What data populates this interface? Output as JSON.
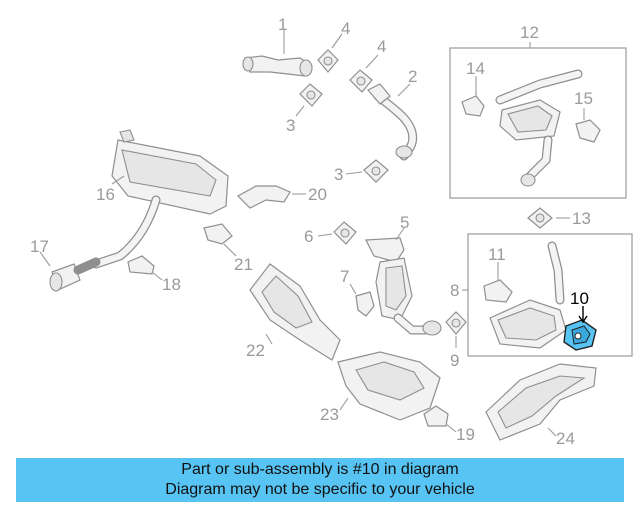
{
  "callouts": {
    "c1": "1",
    "c2": "2",
    "c3a": "3",
    "c3b": "3",
    "c4a": "4",
    "c4b": "4",
    "c5": "5",
    "c6": "6",
    "c7": "7",
    "c8": "8",
    "c9": "9",
    "c10": "10",
    "c11": "11",
    "c12": "12",
    "c13": "13",
    "c14": "14",
    "c15": "15",
    "c16": "16",
    "c17": "17",
    "c18": "18",
    "c19": "19",
    "c20": "20",
    "c21": "21",
    "c22": "22",
    "c23": "23",
    "c24": "24"
  },
  "highlight": {
    "part_number": "10",
    "color": "#58c4f4"
  },
  "banner": {
    "line1": "Part or sub-assembly is #10 in diagram",
    "line2": "Diagram may not be specific to your vehicle",
    "background": "#58c4f4"
  }
}
